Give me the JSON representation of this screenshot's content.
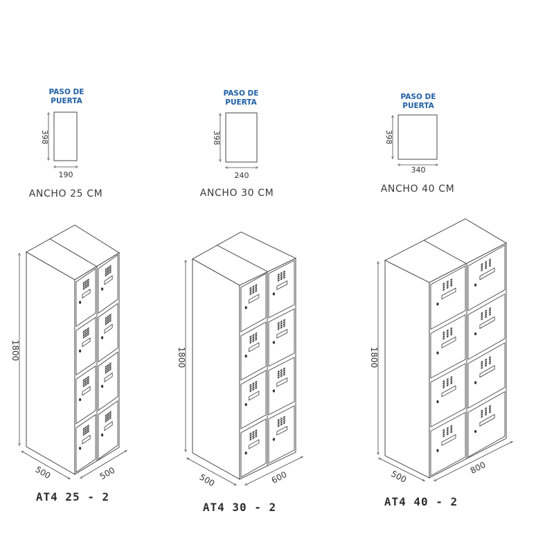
{
  "models": [
    {
      "id": "AT425-2",
      "label": "AT4 25 - 2",
      "width_title": "ANCHO 25 CM",
      "door_opening": {
        "title_line1": "PASO DE",
        "title_line2": "PUERTA",
        "width": "190",
        "height": "398"
      },
      "dimensions": {
        "height": "1800",
        "depth": "500",
        "width": "500"
      },
      "columns": 2,
      "doors_per_column": 4
    },
    {
      "id": "AT430-2",
      "label": "AT4 30 - 2",
      "width_title": "ANCHO 30 CM",
      "door_opening": {
        "title_line1": "PASO DE",
        "title_line2": "PUERTA",
        "width": "240",
        "height": "398"
      },
      "dimensions": {
        "height": "1800",
        "depth": "500",
        "width": "600"
      },
      "columns": 2,
      "doors_per_column": 4
    },
    {
      "id": "AT440-2",
      "label": "AT4 40 - 2",
      "width_title": "ANCHO 40 CM",
      "door_opening": {
        "title_line1": "PASO DE",
        "title_line2": "PUERTA",
        "width": "340",
        "height": "398"
      },
      "dimensions": {
        "height": "1800",
        "depth": "500",
        "width": "800"
      },
      "columns": 2,
      "doors_per_column": 4
    }
  ],
  "colors": {
    "door_label": "#1f5fa4",
    "line": "#333333",
    "text": "#333333"
  }
}
